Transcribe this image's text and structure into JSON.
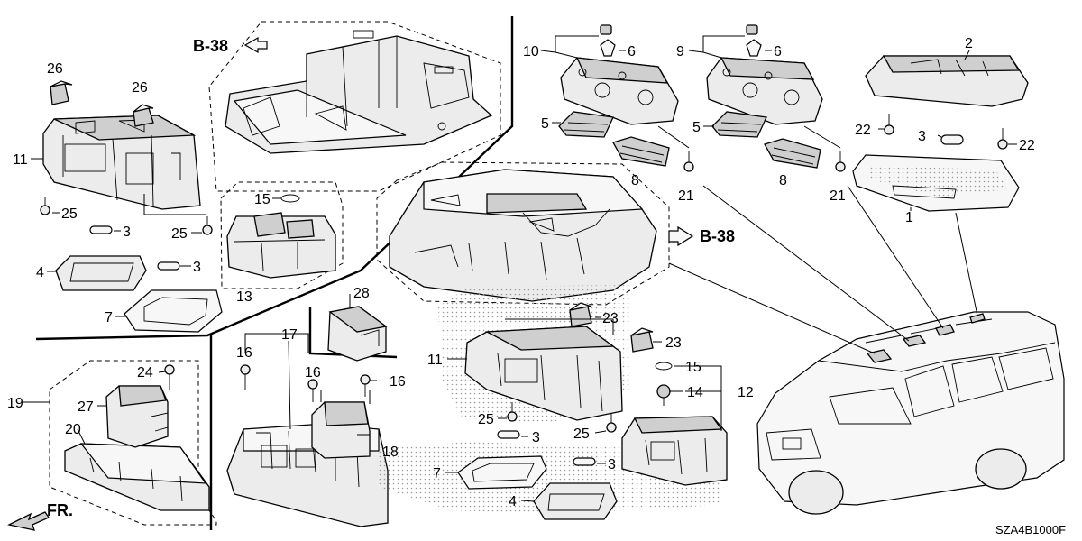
{
  "diagram": {
    "code": "SZA4B1000F",
    "refs": {
      "upper_left": "B-38",
      "center_right": "B-38"
    },
    "front_arrow": "FR.",
    "callouts": [
      "26",
      "26",
      "11",
      "25",
      "3",
      "25",
      "4",
      "3",
      "7",
      "15",
      "13",
      "28",
      "16",
      "17",
      "16",
      "16",
      "24",
      "19",
      "27",
      "20",
      "18",
      "10",
      "6",
      "9",
      "6",
      "2",
      "5",
      "5",
      "8",
      "21",
      "8",
      "21",
      "22",
      "3",
      "22",
      "1",
      "23",
      "11",
      "23",
      "15",
      "14",
      "12",
      "25",
      "3",
      "25",
      "7",
      "3",
      "4"
    ]
  }
}
